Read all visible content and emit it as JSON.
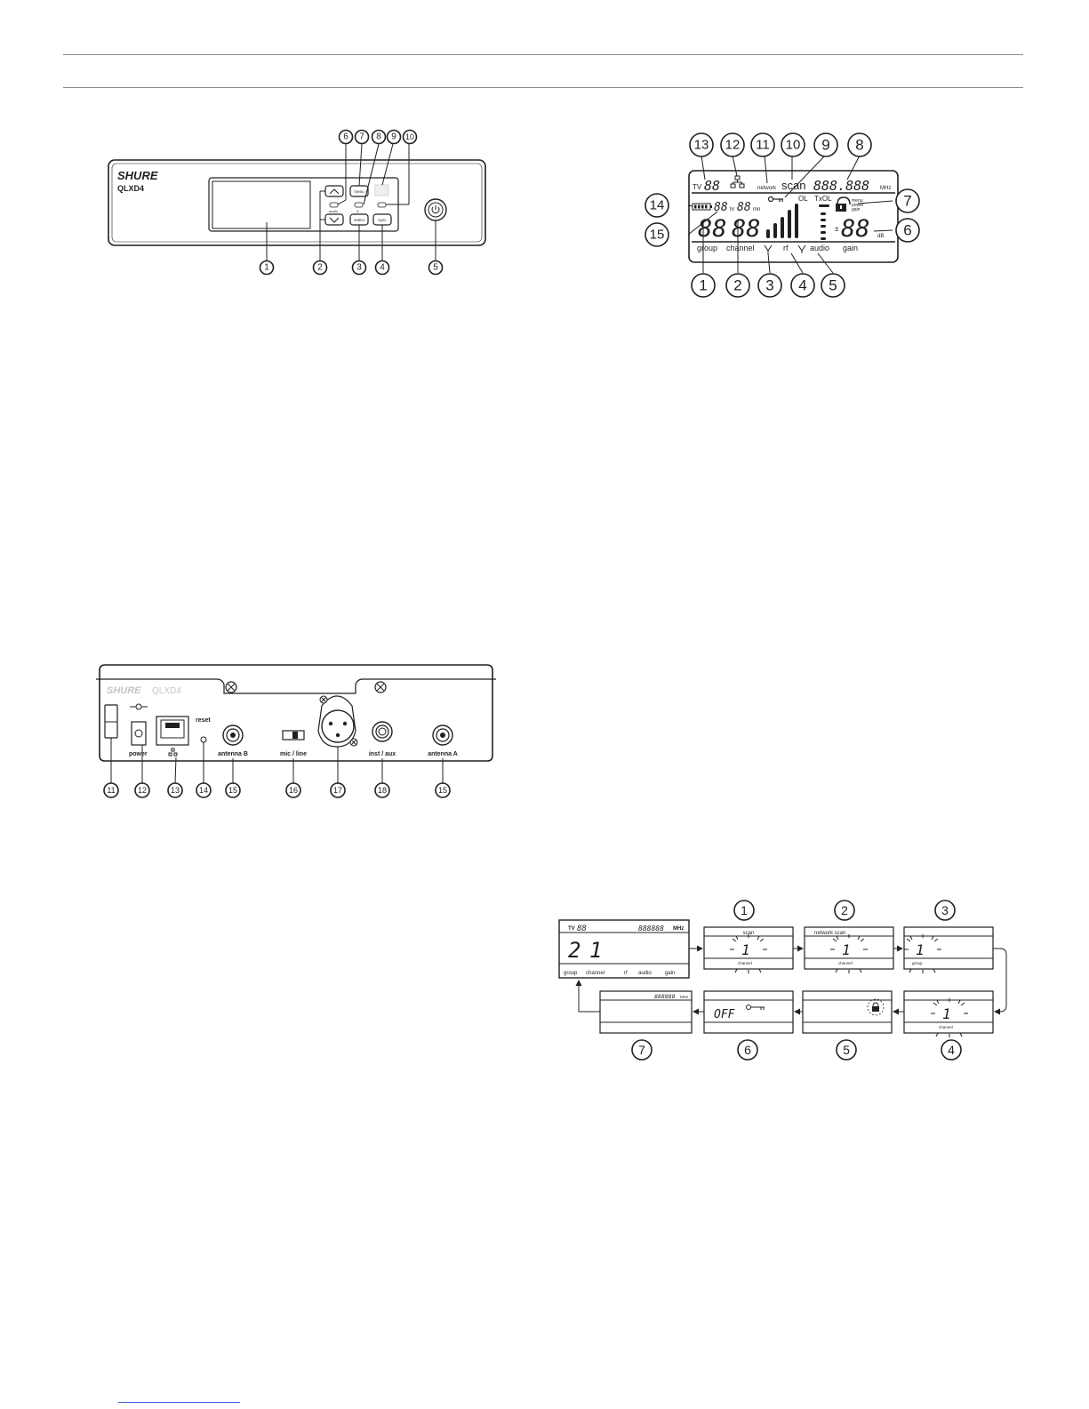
{
  "front_panel": {
    "brand": "SHURE",
    "model": "QLXD4",
    "button_labels": {
      "menu": "menu",
      "select": "select",
      "sync": "sync",
      "audio": "audio",
      "rf": "rf"
    },
    "callouts": [
      "1",
      "2",
      "3",
      "4",
      "5",
      "6",
      "7",
      "8",
      "9",
      "10"
    ]
  },
  "lcd": {
    "tv_label": "TV",
    "tv_digits": "88",
    "network_label": "network",
    "scan_label": "scan",
    "frequency_digits": "888.888",
    "frequency_unit": "MHz",
    "ol_label": "OL",
    "txol_label": "TxOL",
    "lock_menu_labels": [
      "menu",
      "power",
      "gain"
    ],
    "runtime_hr_digits": "88",
    "runtime_hr_unit": "hr",
    "runtime_mn_digits": "88",
    "runtime_mn_unit": "mn",
    "group_digits": "88",
    "channel_digits": "88",
    "gain_sign": "±",
    "gain_digits": "88",
    "gain_unit": "dB",
    "bottom_labels": {
      "group": "group",
      "channel": "channel",
      "rf": "rf",
      "audio": "audio",
      "gain": "gain"
    },
    "callouts": [
      "1",
      "2",
      "3",
      "4",
      "5",
      "6",
      "7",
      "8",
      "9",
      "10",
      "11",
      "12",
      "13",
      "14",
      "15"
    ]
  },
  "rear_panel": {
    "brand": "SHURE",
    "model": "QLXD4",
    "labels": {
      "power": "power",
      "reset": "reset",
      "antenna_b": "antenna B",
      "mic_line": "mic / line",
      "inst_aux": "inst / aux",
      "antenna_a": "antenna A"
    },
    "callouts": [
      "11",
      "12",
      "13",
      "14",
      "15",
      "16",
      "17",
      "18",
      "15"
    ]
  },
  "scan_flow": {
    "home": {
      "tv_label": "TV",
      "tv_digits": "88",
      "freq_digits": "888888",
      "freq_unit": "MHz",
      "group_digit": "2",
      "channel_digit": "1",
      "labels": [
        "group",
        "channel",
        "rf",
        "audio",
        "gain"
      ]
    },
    "steps": [
      {
        "num": "1",
        "top": "scan",
        "digit": "1",
        "bottom": "channel"
      },
      {
        "num": "2",
        "top": "network scan",
        "digit": "1",
        "bottom": "channel"
      },
      {
        "num": "3",
        "top": "",
        "digit": "1",
        "bottom": "group"
      },
      {
        "num": "4",
        "top": "",
        "digit": "1",
        "bottom": "channel"
      },
      {
        "num": "5",
        "top": "",
        "digit": "",
        "bottom": ""
      },
      {
        "num": "6",
        "top": "",
        "digit": "OFF",
        "bottom": ""
      },
      {
        "num": "7",
        "top": "888888",
        "top_unit": "MHz",
        "digit": "",
        "bottom": ""
      }
    ]
  }
}
